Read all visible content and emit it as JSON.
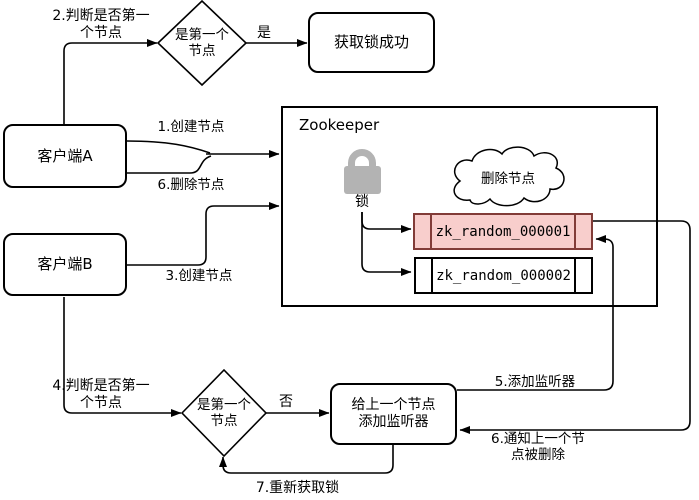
{
  "diagram": {
    "clients": {
      "a": "客户端A",
      "b": "客户端B"
    },
    "success_box": "获取锁成功",
    "decision_top": {
      "line1": "是第一个",
      "line2": "节点"
    },
    "decision_bottom": {
      "line1": "是第一个",
      "line2": "节点"
    },
    "listener_box": {
      "line1": "给上一个节点",
      "line2": "添加监听器"
    },
    "zookeeper": {
      "title": "Zookeeper",
      "lock_label": "锁",
      "cloud_label": "删除节点",
      "znode1": "zk_random_000001",
      "znode2": "zk_random_000002"
    },
    "labels": {
      "step1": "1.创建节点",
      "step2": {
        "line1": "2.判断是否第一",
        "line2": "个节点"
      },
      "step3": "3.创建节点",
      "step4": {
        "line1": "4.判断是否第一",
        "line2": "个节点"
      },
      "step5": "5.添加监听器",
      "step6_delete": "6.删除节点",
      "step6_notify": {
        "line1": "6.通知上一个节",
        "line2": "点被删除"
      },
      "step7": "7.重新获取锁",
      "yes": "是",
      "no": "否"
    },
    "colors": {
      "node_highlight_fill": "#f8cecc",
      "node_highlight_stroke": "#823c38",
      "line": "#000000",
      "lock_icon": "#b3b3b3"
    }
  }
}
